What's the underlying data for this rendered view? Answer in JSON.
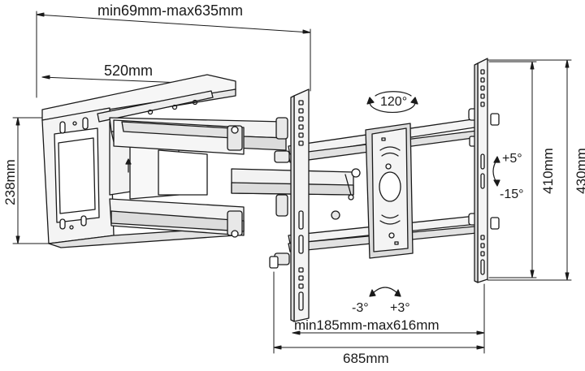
{
  "dimensions": {
    "top_range": "min69mm-max635mm",
    "arm_length": "520mm",
    "wall_plate_height": "238mm",
    "bracket_inner_height": "410mm",
    "bracket_outer_height": "430mm",
    "bottom_range": "min185mm-max616mm",
    "bottom_width": "685mm"
  },
  "rotation": {
    "swivel": "120°",
    "tilt_up": "+5°",
    "tilt_down": "-15°",
    "level_left": "-3°",
    "level_right": "+3°"
  },
  "colors": {
    "line": "#1a1a1a",
    "fill_light": "#f4f4f4",
    "fill_mid": "#d9d9d9"
  }
}
